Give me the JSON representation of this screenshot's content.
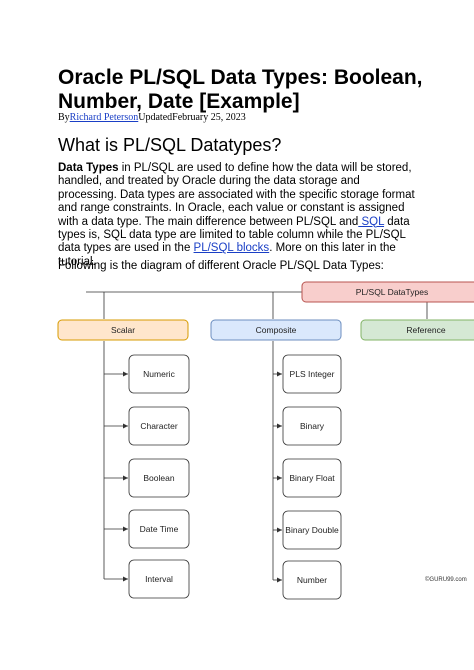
{
  "article": {
    "title": "Oracle PL/SQL Data Types: Boolean, Number, Date [Example]",
    "by_prefix": "By",
    "author": "Richard Peterson",
    "updated": "UpdatedFebruary 25, 2023",
    "section_heading": "What is PL/SQL Datatypes?",
    "intro_bold": "Data Types",
    "intro_text_1": " in PL/SQL are used to define how the data will be stored, handled, and treated by Oracle during the data storage and processing. Data types are associated with the specific storage format and range constraints. In Oracle, each value or constant is assigned with a data type. The main difference between PL/SQL and",
    "sql_link": " SQL",
    "intro_text_2": " data types is, SQL data type are limited to table column while the PL/SQL data types are used in the ",
    "plsql_blocks_link": "PL/SQL blocks",
    "intro_text_3": ". More on this later in the tutorial.",
    "diagram_intro": "Following is the diagram of different Oracle PL/SQL Data Types:"
  },
  "diagram": {
    "root": "PL/SQL DataTypes",
    "categories": [
      "Scalar",
      "Composite",
      "Reference"
    ],
    "scalar_children": [
      "Numeric",
      "Character",
      "Boolean",
      "Date Time",
      "Interval"
    ],
    "composite_children": [
      "PLS Integer",
      "Binary",
      "Binary Float",
      "Binary Double",
      "Number"
    ],
    "watermark": "©GURU99.com"
  },
  "colors": {
    "root_fill": "#f8cecc",
    "root_stroke": "#b85450",
    "scalar_fill": "#ffe6cc",
    "scalar_stroke": "#d79b00",
    "composite_fill": "#dae8fc",
    "composite_stroke": "#6c8ebf",
    "reference_fill": "#d5e8d4",
    "reference_stroke": "#82b366",
    "link": "#1a3fc6"
  }
}
